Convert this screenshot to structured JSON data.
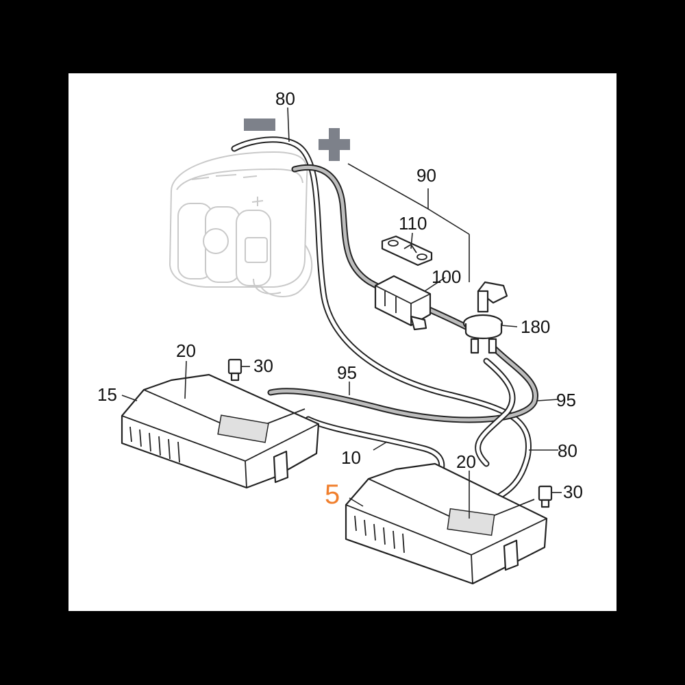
{
  "diagram": {
    "callouts": {
      "c80_top": "80",
      "c90": "90",
      "c110": "110",
      "c100": "100",
      "c180": "180",
      "c20_left": "20",
      "c30_left": "30",
      "c15": "15",
      "c95_mid": "95",
      "c95_right": "95",
      "c10": "10",
      "c80_right": "80",
      "c20_right": "20",
      "c30_right": "30",
      "c5": "5"
    },
    "highlight_color": "#f07f2d",
    "sign_color": "#7d818a",
    "terminal_signs": {
      "negative": "minus-sign",
      "positive": "plus-sign"
    }
  }
}
